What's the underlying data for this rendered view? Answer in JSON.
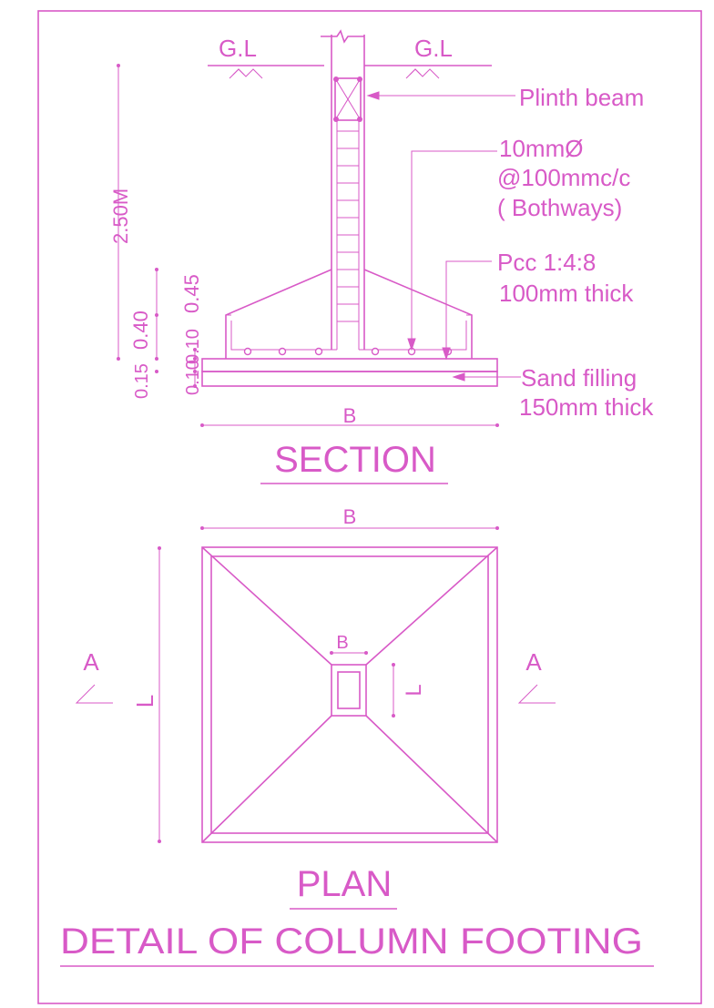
{
  "section": {
    "title": "SECTION",
    "ground_level_left": "G.L",
    "ground_level_right": "G.L",
    "callouts": {
      "plinth_beam": "Plinth beam",
      "rebar_line1": "10mmØ",
      "rebar_line2": "@100mmc/c",
      "rebar_line3": "( Bothways)",
      "pcc_line1": "Pcc 1:4:8",
      "pcc_line2": "100mm thick",
      "sand_line1": "Sand filling",
      "sand_line2": "150mm thick"
    },
    "dimensions": {
      "depth_total": "2.50M",
      "footing_slope": "0.45",
      "footing_depth": "0.40",
      "pcc_thickness": "0.10",
      "pcc_thickness_lower": "0.10",
      "sand_thickness": "0.15",
      "width": "B"
    }
  },
  "plan": {
    "title": "PLAN",
    "width_label": "B",
    "length_label": "L",
    "column_width_label": "B",
    "column_length_label": "L",
    "section_mark_left": "A",
    "section_mark_right": "A"
  },
  "drawing_title": "DETAIL OF COLUMN FOOTING",
  "colors": {
    "line": "#d85ac7",
    "background": "#ffffff"
  }
}
